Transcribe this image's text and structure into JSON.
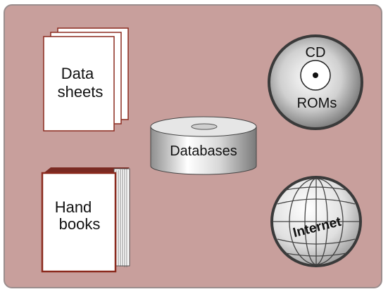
{
  "items": {
    "datasheets": {
      "line1": "Data",
      "line2": "sheets"
    },
    "handbooks": {
      "line1": "Hand",
      "line2": "books"
    },
    "databases": {
      "label": "Databases"
    },
    "cdroms": {
      "line1": "CD",
      "line2": "ROMs"
    },
    "internet": {
      "label": "Internet"
    }
  },
  "colors": {
    "panel": "#c89f9c",
    "panel_border": "#9b8d8d",
    "page_fill": "#ffffff",
    "page_stroke": "#8b2a1e",
    "book_cover": "#ffffff",
    "icon_dark": "#3a3a3a"
  },
  "icons": [
    "document-stack-icon",
    "handbook-icon",
    "database-cylinder-icon",
    "cd-rom-icon",
    "globe-icon"
  ]
}
